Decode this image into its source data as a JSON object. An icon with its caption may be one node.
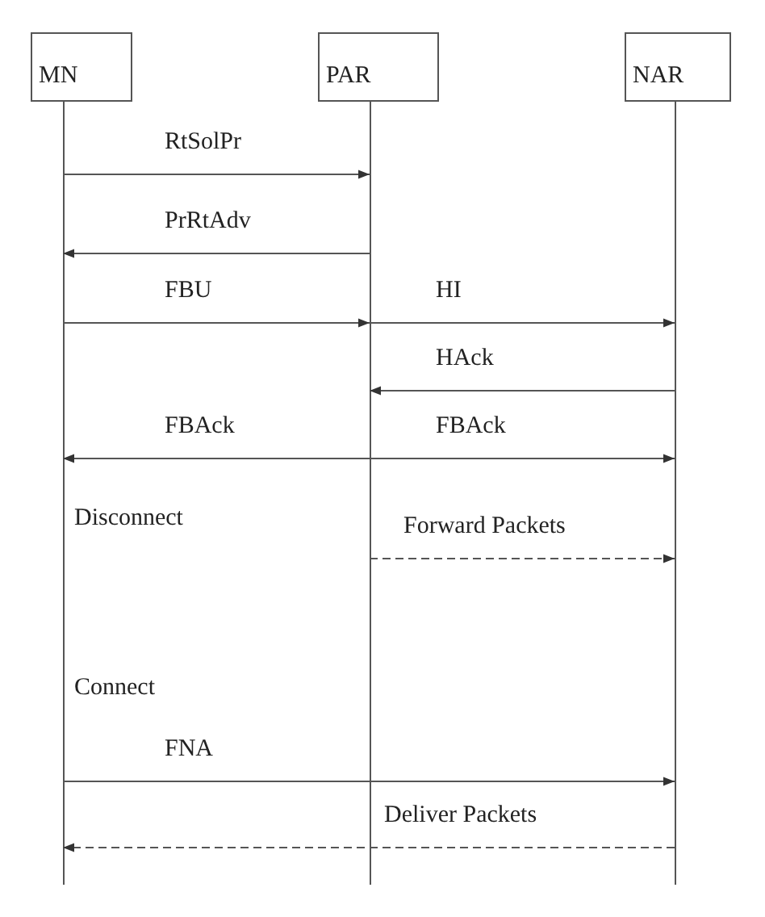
{
  "diagram": {
    "nodes": [
      {
        "text": [
          "MN"
        ]
      },
      {
        "text": [
          "PAR"
        ]
      },
      {
        "text": [
          "NAR"
        ]
      }
    ],
    "edges": [
      {
        "from": 0,
        "to": 1,
        "arrow": "to",
        "label": "RtSolPr"
      },
      {
        "from": 1,
        "to": 0,
        "arrow": "to",
        "label": "PrRtAdv"
      },
      {
        "from": 0,
        "to": 1,
        "arrow": "to",
        "label": "FBU"
      },
      {
        "from": 1,
        "to": 2,
        "arrow": "to",
        "label": "HI"
      },
      {
        "from": 2,
        "to": 1,
        "arrow": "to",
        "label": "HAck"
      },
      {
        "from": 1,
        "to": 0,
        "arrow": "to",
        "label": "FBAck"
      },
      {
        "from": 1,
        "to": 2,
        "arrow": "to",
        "label": "FBAck"
      },
      {
        "from": 1,
        "to": 2,
        "arrow": "to",
        "label": "Forward Packets",
        "style": "dashed"
      },
      {
        "from": 0,
        "to": 2,
        "arrow": "to",
        "label": "FNA"
      },
      {
        "from": 2,
        "to": 0,
        "arrow": "to",
        "label": "Deliver Packets",
        "style": "dashed"
      }
    ],
    "labels": [
      "Disconnect",
      "Connect"
    ]
  }
}
